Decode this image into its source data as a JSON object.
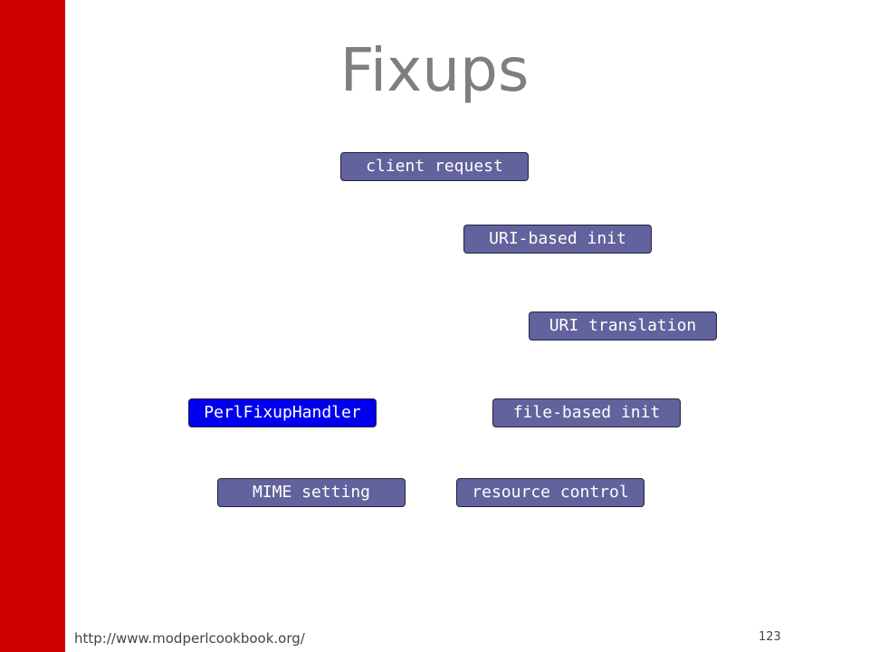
{
  "slide": {
    "title": "Fixups",
    "footer_url": "http://www.modperlcookbook.org/",
    "page_number": "123"
  },
  "colors": {
    "accent_bar": "#cc0000",
    "node_fill": "#62629c",
    "node_highlight": "#0000ee",
    "title_text": "#7f7f7f"
  },
  "diagram": {
    "nodes": {
      "client_request": "client request",
      "uri_based_init": "URI-based init",
      "uri_translation": "URI translation",
      "file_based_init": "file-based init",
      "perl_fixup_handler": "PerlFixupHandler",
      "mime_setting": "MIME setting",
      "resource_control": "resource control"
    },
    "highlighted": "perl_fixup_handler"
  }
}
